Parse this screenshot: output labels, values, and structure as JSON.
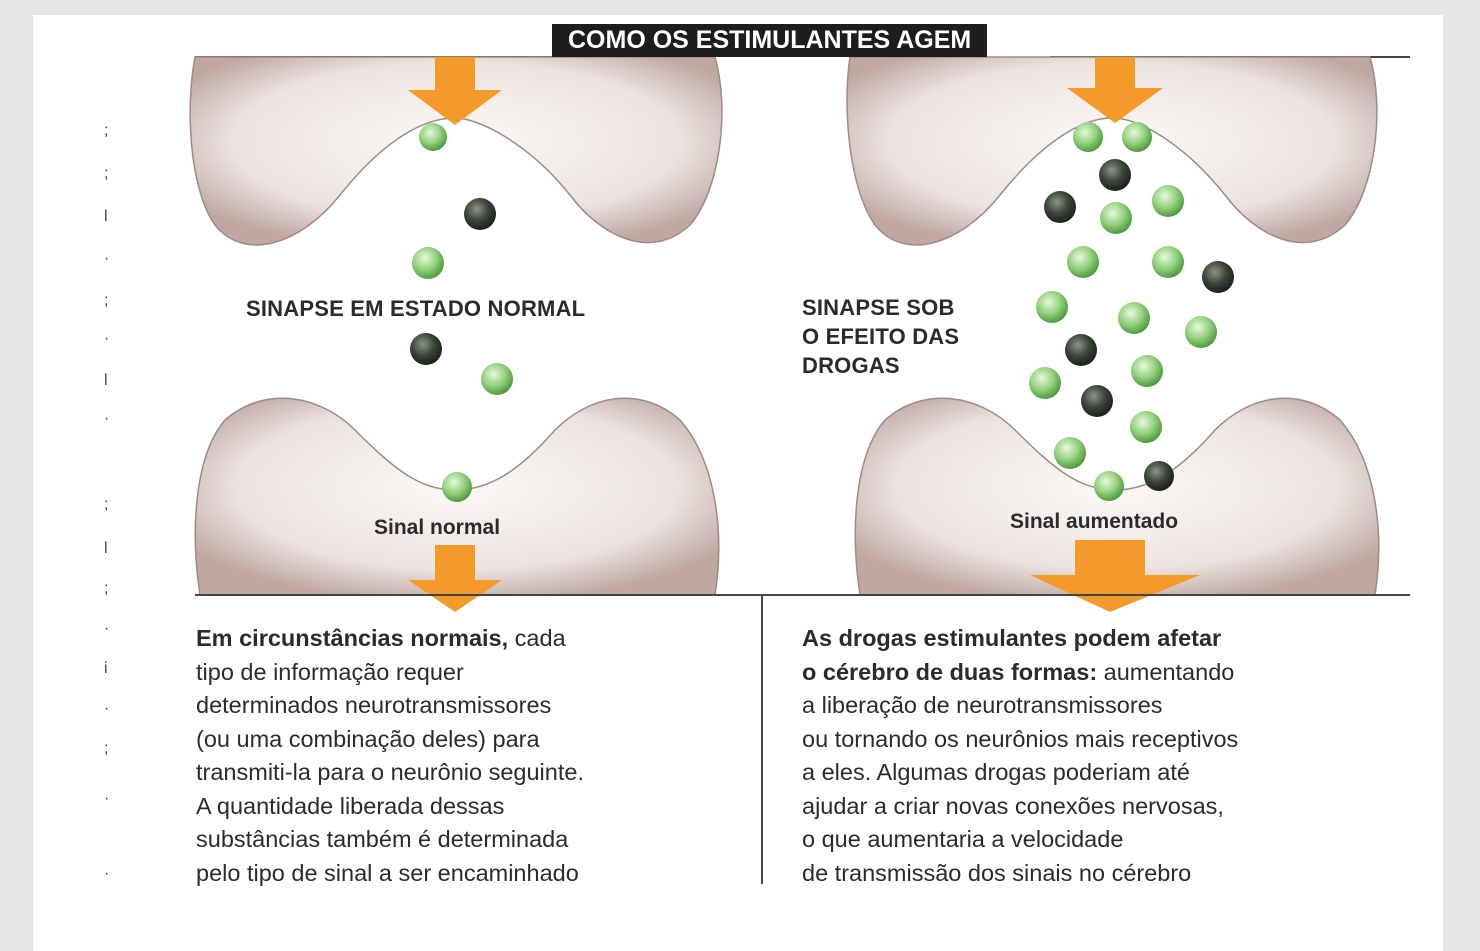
{
  "title": "COMO OS ESTIMULANTES AGEM",
  "left_panel": {
    "heading": "SINAPSE EM ESTADO NORMAL",
    "signal": "Sinal normal",
    "text_bold": "Em circunstâncias normais,",
    "text_lines": [
      " cada",
      "tipo de informação requer",
      "determinados neurotransmissores",
      "(ou uma combinação deles) para",
      "transmiti-la para o neurônio seguinte.",
      "A quantidade liberada dessas",
      "substâncias também é determinada",
      "pelo tipo de sinal a ser encaminhado"
    ]
  },
  "right_panel": {
    "heading_lines": [
      "SINAPSE SOB",
      "O EFEITO DAS",
      "DROGAS"
    ],
    "signal": "Sinal aumentado",
    "text_bold_1": "As drogas estimulantes podem afetar",
    "text_bold_2": "o cérebro de duas formas:",
    "text_lines": [
      " aumentando",
      "a liberação de neurotransmissores",
      "ou tornando os neurônios mais receptivos",
      "a eles. Algumas drogas poderiam até",
      "ajudar a criar novas conexões nervosas,",
      "o que aumentaria a velocidade",
      "de transmissão dos sinais no cérebro"
    ]
  },
  "margin_marks": [
    ";",
    ";",
    "l",
    "·",
    ";",
    "·",
    "l",
    "·",
    ";",
    "l",
    ";",
    "·",
    "i",
    "·",
    ";",
    "·",
    "·"
  ],
  "colors": {
    "arrow": "#f39a2a",
    "neuron_light": "#f6f2f0",
    "neuron_dark": "#c9b4ae",
    "molecule_light": "#9fd98a",
    "molecule_dark": "#3f4a3c",
    "title_bg": "#1d1d1d"
  }
}
